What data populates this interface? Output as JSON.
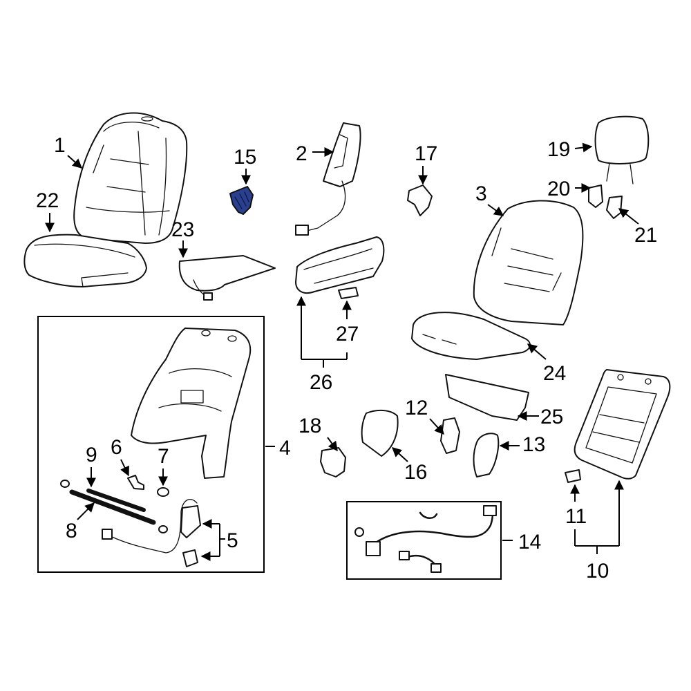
{
  "highlight_color": "#2b3f8f",
  "callouts": {
    "c1": "1",
    "c2": "2",
    "c3": "3",
    "c4": "4",
    "c5": "5",
    "c6": "6",
    "c7": "7",
    "c8": "8",
    "c9": "9",
    "c10": "10",
    "c11": "11",
    "c12": "12",
    "c13": "13",
    "c14": "14",
    "c15": "15",
    "c16": "16",
    "c17": "17",
    "c18": "18",
    "c19": "19",
    "c20": "20",
    "c21": "21",
    "c22": "22",
    "c23": "23",
    "c24": "24",
    "c25": "25",
    "c26": "26",
    "c27": "27"
  }
}
